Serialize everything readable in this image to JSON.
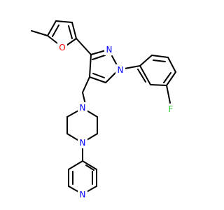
{
  "molecule": {
    "atoms": [
      {
        "id": "O1",
        "label": "O",
        "color": "#ff0000"
      },
      {
        "id": "N1",
        "label": "N",
        "color": "#0000ff"
      },
      {
        "id": "N2",
        "label": "N",
        "color": "#0000ff"
      },
      {
        "id": "N3",
        "label": "N",
        "color": "#0000ff"
      },
      {
        "id": "N4",
        "label": "N",
        "color": "#0000ff"
      },
      {
        "id": "N5",
        "label": "N",
        "color": "#0000ff"
      },
      {
        "id": "F1",
        "label": "F",
        "color": "#33cc33"
      }
    ],
    "bond_color": "#000000"
  }
}
